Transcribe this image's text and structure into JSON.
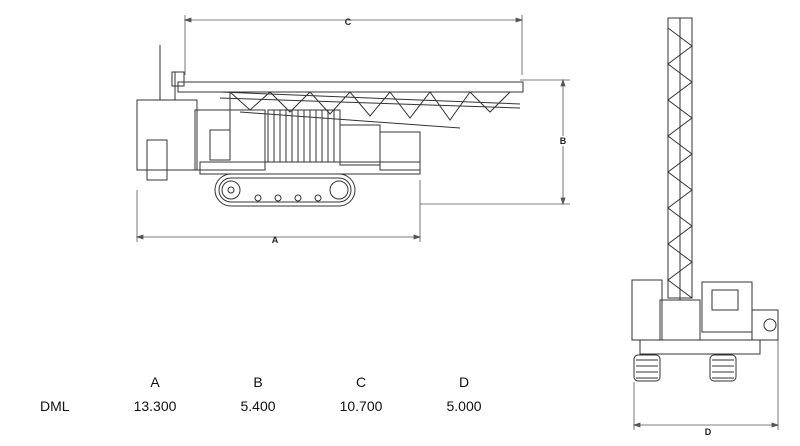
{
  "dimension_labels": {
    "a": "A",
    "b": "B",
    "c": "C",
    "d": "D"
  },
  "spec_table": {
    "columns": [
      "A",
      "B",
      "C",
      "D"
    ],
    "rows": [
      {
        "label": "DML",
        "values": [
          "13.300",
          "5.400",
          "10.700",
          "5.000"
        ]
      }
    ]
  }
}
